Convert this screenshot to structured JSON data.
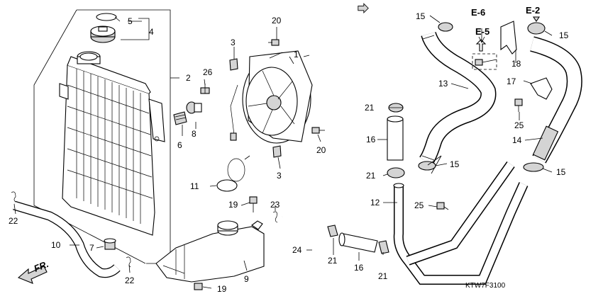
{
  "diagram": {
    "code": "KTW7F3100",
    "direction_marker": "FR.",
    "ref_labels": [
      "E-6",
      "E-5",
      "E-2"
    ],
    "callouts": {
      "c1": "1",
      "c2": "2",
      "c3a": "3",
      "c3b": "3",
      "c4": "4",
      "c5": "5",
      "c6": "6",
      "c7": "7",
      "c8": "8",
      "c9": "9",
      "c10": "10",
      "c11": "11",
      "c12": "12",
      "c13": "13",
      "c14": "14",
      "c15a": "15",
      "c15b": "15",
      "c15c": "15",
      "c15d": "15",
      "c16a": "16",
      "c16b": "16",
      "c17": "17",
      "c18": "18",
      "c19a": "19",
      "c19b": "19",
      "c20a": "20",
      "c20b": "20",
      "c21a": "21",
      "c21b": "21",
      "c21c": "21",
      "c21d": "21",
      "c22a": "22",
      "c22b": "22",
      "c23": "23",
      "c24": "24",
      "c25a": "25",
      "c25b": "25",
      "c26": "26"
    }
  }
}
